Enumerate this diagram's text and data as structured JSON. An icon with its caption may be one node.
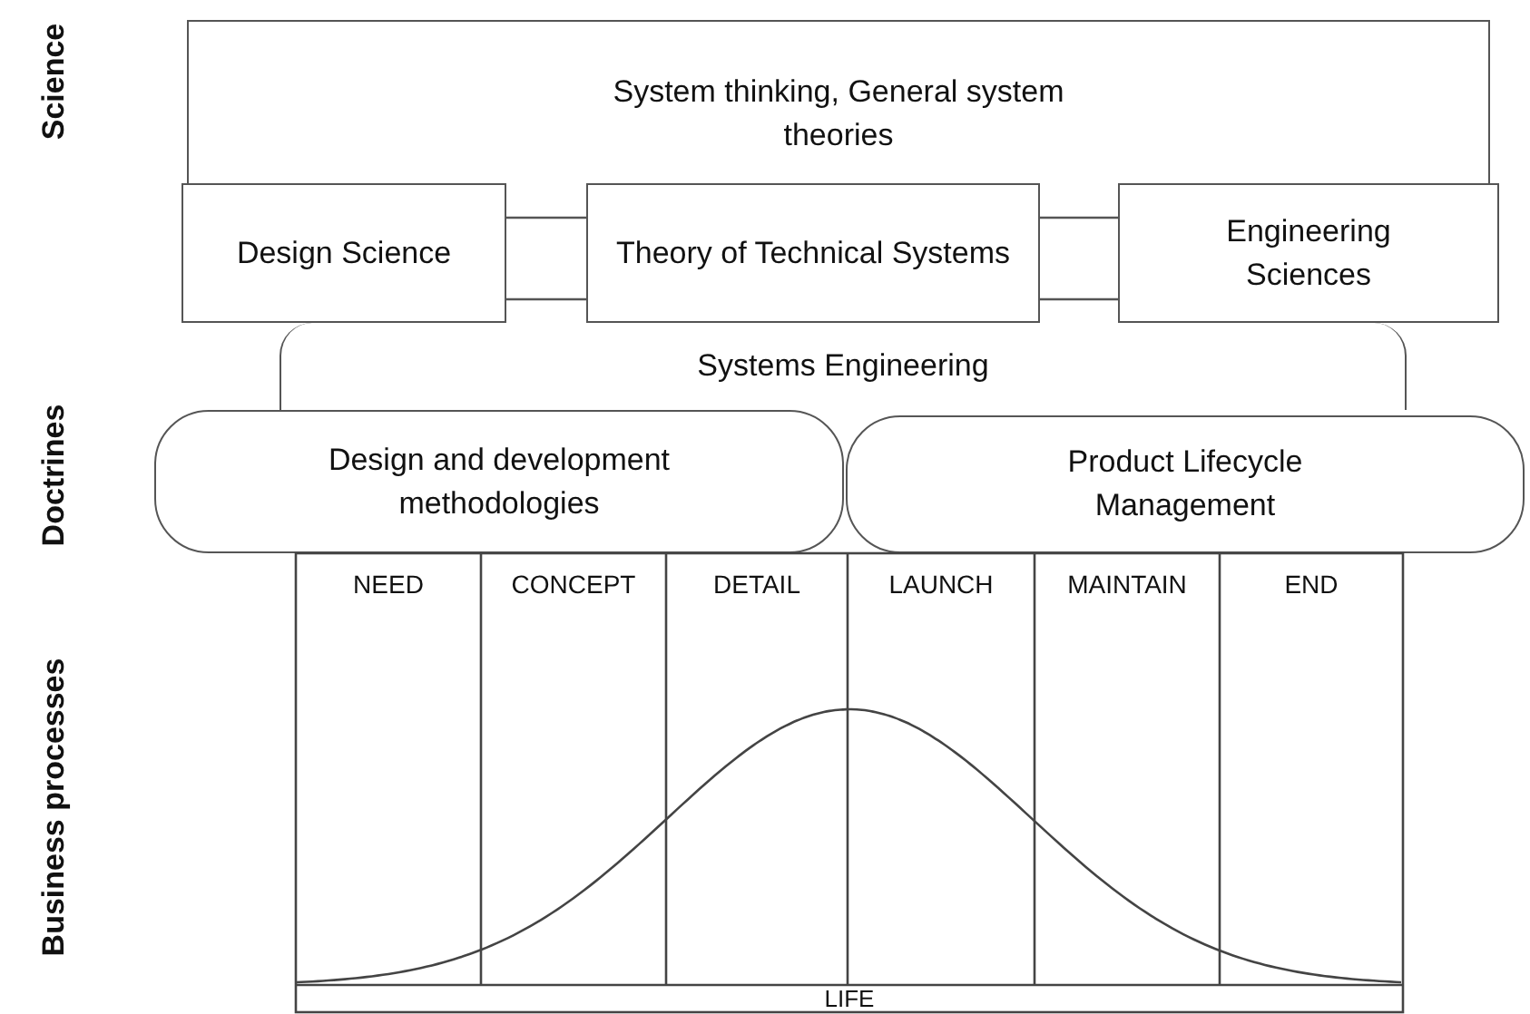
{
  "diagram": {
    "nodes": [
      {
        "text": [
          "System thinking, General system theories"
        ]
      },
      {
        "text": [
          "Design Science"
        ]
      },
      {
        "text": [
          "Theory of Technical Systems"
        ]
      },
      {
        "text": [
          "Engineering Sciences"
        ]
      },
      {
        "text": [
          "Systems Engineering"
        ]
      },
      {
        "text": [
          "Design and development methodologies"
        ]
      },
      {
        "text": [
          "Product Lifecycle Management"
        ]
      }
    ],
    "edges": [
      {
        "from": 1,
        "to": 2,
        "arrow": "none"
      },
      {
        "from": 1,
        "to": 2,
        "arrow": "none"
      },
      {
        "from": 2,
        "to": 3,
        "arrow": "none"
      },
      {
        "from": 2,
        "to": 3,
        "arrow": "none"
      }
    ],
    "labels": [
      "Science",
      "Doctrines",
      "Business processes",
      "NEED",
      "CONCEPT",
      "DETAIL",
      "LAUNCH",
      "MAINTAIN",
      "END",
      "LIFE"
    ]
  }
}
